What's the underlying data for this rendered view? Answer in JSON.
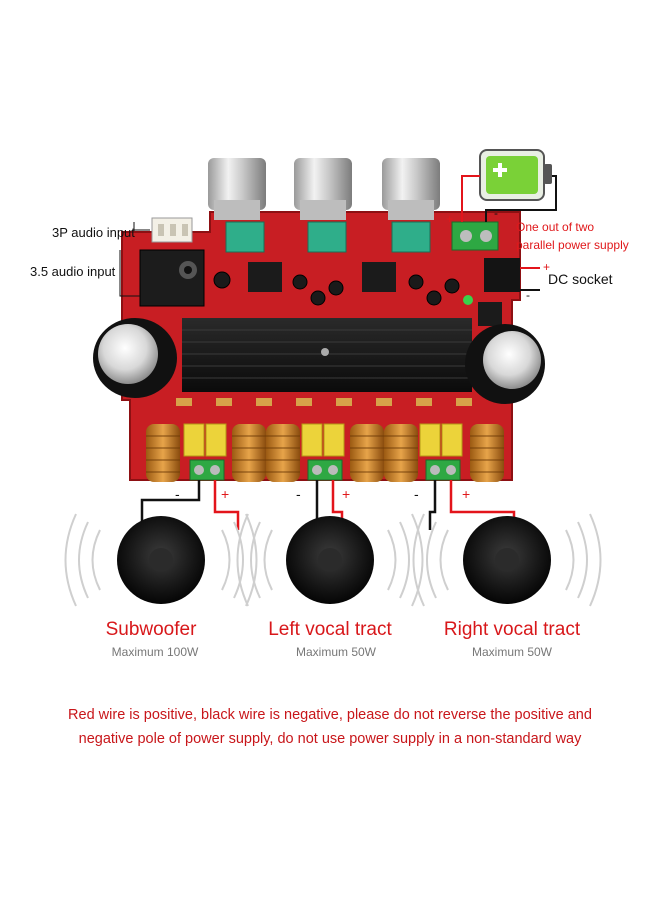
{
  "labels": {
    "input_3p": "3P audio input",
    "input_35": "3.5 audio input",
    "power_note_line1": "One out of two",
    "power_note_line2": "parallel power supply",
    "dc_socket": "DC socket",
    "plus": "+",
    "minus": "-"
  },
  "speakers": [
    {
      "title": "Subwoofer",
      "subtitle": "Maximum 100W"
    },
    {
      "title": "Left vocal tract",
      "subtitle": "Maximum 50W"
    },
    {
      "title": "Right vocal tract",
      "subtitle": "Maximum 50W"
    }
  ],
  "warning": {
    "line1": "Red wire is positive, black wire is negative, please do not reverse the positive and",
    "line2": "negative pole of power supply, do not use power supply in a non-standard way"
  },
  "colors": {
    "board": "#c81e23",
    "wire_red": "#e3141b",
    "wire_black": "#111111",
    "label_red": "#d8171a",
    "battery_green": "#7ad137"
  }
}
